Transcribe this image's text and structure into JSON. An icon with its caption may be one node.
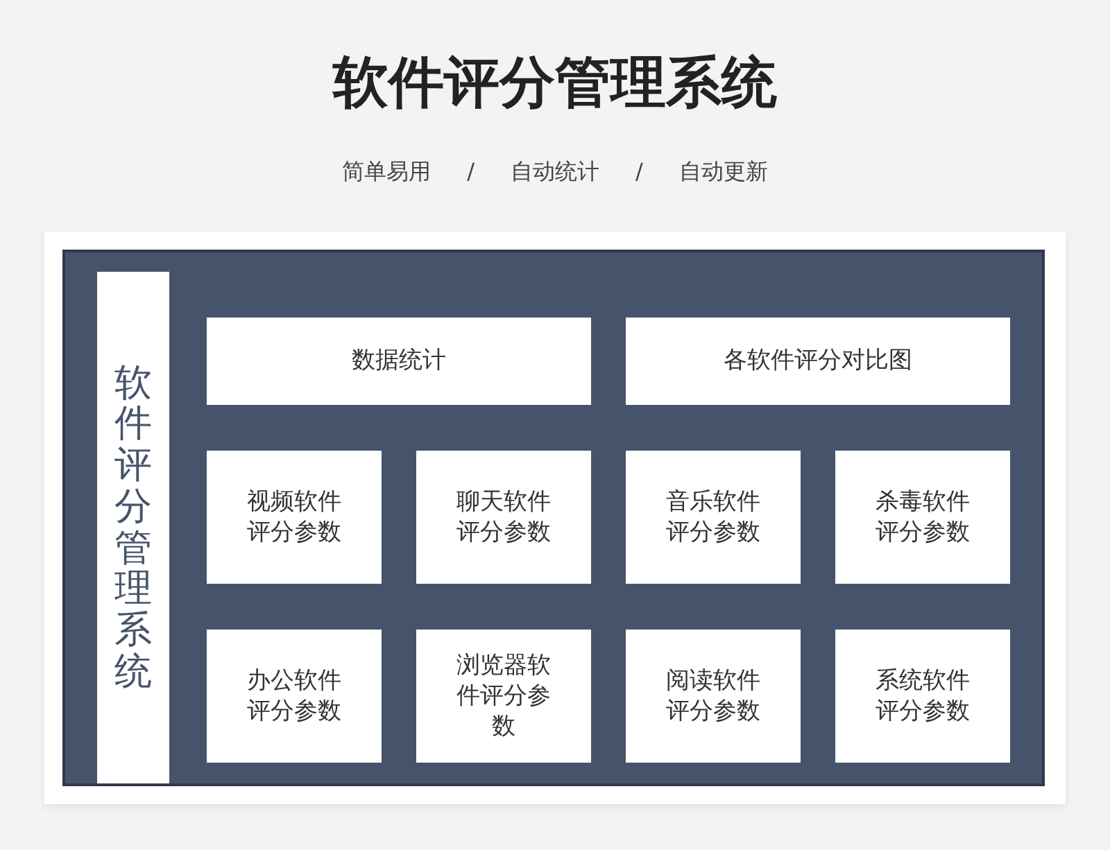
{
  "diagram": {
    "title": "软件评分管理系统",
    "labels": [
      "简单易用",
      "/",
      "自动统计",
      "/",
      "自动更新"
    ],
    "nodes": [
      {
        "text": [],
        "shape": "box"
      },
      {
        "text": [
          "软件评分管理系统"
        ],
        "in": 0
      },
      {
        "text": [
          "数据统计"
        ],
        "in": 0
      },
      {
        "text": [
          "各软件评分对比图"
        ],
        "in": 0
      },
      {
        "text": [
          "视频软件评分参数"
        ],
        "in": 0
      },
      {
        "text": [
          "聊天软件评分参数"
        ],
        "in": 0
      },
      {
        "text": [
          "音乐软件评分参数"
        ],
        "in": 0
      },
      {
        "text": [
          "杀毒软件评分参数"
        ],
        "in": 0
      },
      {
        "text": [
          "办公软件评分参数"
        ],
        "in": 0
      },
      {
        "text": [
          "浏览器软件评分参数"
        ],
        "in": 0
      },
      {
        "text": [
          "阅读软件评分参数"
        ],
        "in": 0
      },
      {
        "text": [
          "系统软件评分参数"
        ],
        "in": 0
      }
    ]
  }
}
